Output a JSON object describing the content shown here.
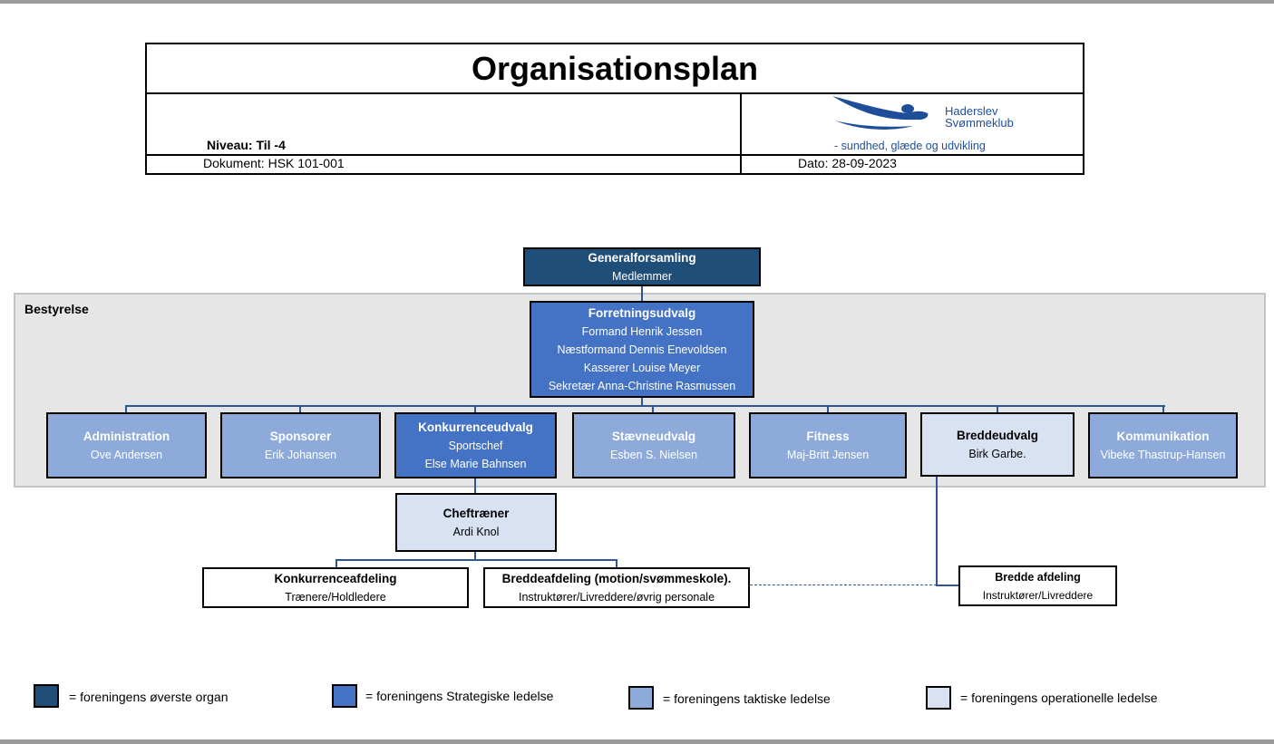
{
  "header": {
    "title": "Organisationsplan",
    "niveau": "Niveau: Til -4",
    "document": "Dokument: HSK 101-001",
    "date": "Dato: 28-09-2023",
    "logo_line1": "Haderslev",
    "logo_line2": "Svømmeklub",
    "logo_tagline": "- sundhed, glæde og udvikling"
  },
  "board_label": "Bestyrelse",
  "nodes": {
    "generalforsamling": {
      "title": "Generalforsamling",
      "lines": [
        "Medlemmer"
      ]
    },
    "forretningsudvalg": {
      "title": "Forretningsudvalg",
      "lines": [
        "Formand Henrik Jessen",
        "Næstformand Dennis Enevoldsen",
        "Kasserer Louise Meyer",
        "Sekretær Anna-Christine Rasmussen"
      ]
    },
    "administration": {
      "title": "Administration",
      "lines": [
        "Ove Andersen"
      ]
    },
    "sponsorer": {
      "title": "Sponsorer",
      "lines": [
        "Erik Johansen"
      ]
    },
    "konkurrenceudvalg": {
      "title": "Konkurrenceudvalg",
      "lines": [
        "Sportschef",
        "Else Marie Bahnsen"
      ]
    },
    "staevneudvalg": {
      "title": "Stævneudvalg",
      "lines": [
        "Esben S. Nielsen"
      ]
    },
    "fitness": {
      "title": "Fitness",
      "lines": [
        "Maj-Britt Jensen"
      ]
    },
    "breddeudvalg": {
      "title": "Breddeudvalg",
      "lines": [
        "Birk Garbe."
      ]
    },
    "kommunikation": {
      "title": "Kommunikation",
      "lines": [
        "Vibeke Thastrup-Hansen"
      ]
    },
    "cheftraener": {
      "title": "Cheftræner",
      "lines": [
        "Ardi Knol"
      ]
    },
    "konkurrenceafdeling": {
      "title": "Konkurrenceafdeling",
      "lines": [
        "Trænere/Holdledere"
      ]
    },
    "breddeafdeling": {
      "title": "Breddeafdeling (motion/svømmeskole).",
      "lines": [
        "Instruktører/Livreddere/øvrig personale"
      ]
    },
    "bredde_afdeling": {
      "title": "Bredde afdeling",
      "lines": [
        "Instruktører/Livreddere"
      ]
    }
  },
  "colors": {
    "top": "#1f4e79",
    "strategic": "#4472c4",
    "tactical": "#8eaadb",
    "operational": "#d9e2f3",
    "line": "#2e5597"
  },
  "legend": [
    {
      "label": "= foreningens øverste organ",
      "color": "#1f4e79"
    },
    {
      "label": "= foreningens Strategiske ledelse",
      "color": "#4472c4"
    },
    {
      "label": "= foreningens taktiske ledelse",
      "color": "#8eaadb"
    },
    {
      "label": "= foreningens operationelle ledelse",
      "color": "#d9e2f3"
    }
  ]
}
